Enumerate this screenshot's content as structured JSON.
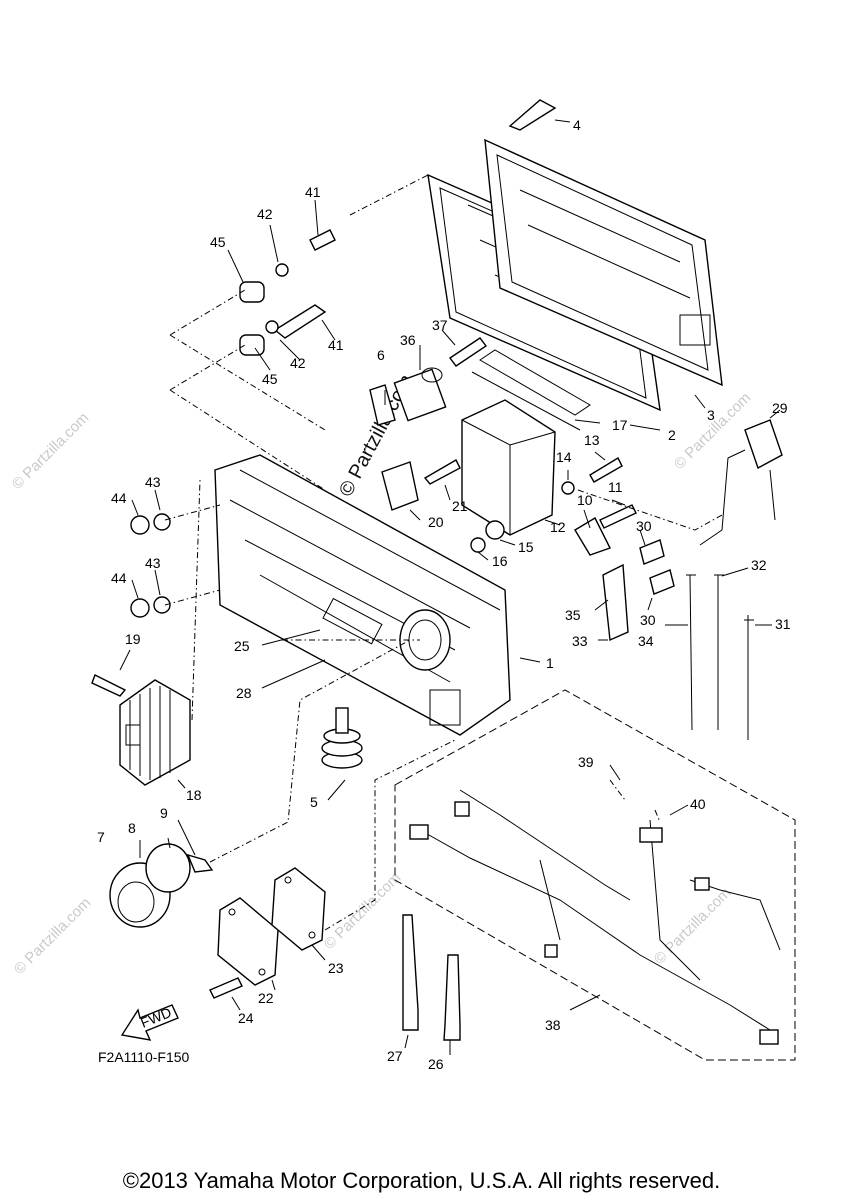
{
  "diagram_code": "F2A1110-F150",
  "fwd_label": "FWD",
  "watermark": "© Partzilla.com",
  "copyright": "©2013 Yamaha Motor Corporation, U.S.A. All rights reserved.",
  "part_numbers": [
    "1",
    "2",
    "3",
    "4",
    "5",
    "6",
    "7",
    "8",
    "9",
    "10",
    "11",
    "12",
    "13",
    "14",
    "15",
    "16",
    "17",
    "18",
    "19",
    "20",
    "21",
    "22",
    "23",
    "24",
    "25",
    "26",
    "27",
    "28",
    "29",
    "30",
    "31",
    "32",
    "33",
    "34",
    "35",
    "36",
    "37",
    "38",
    "39",
    "40",
    "41",
    "42",
    "43",
    "44",
    "45"
  ]
}
